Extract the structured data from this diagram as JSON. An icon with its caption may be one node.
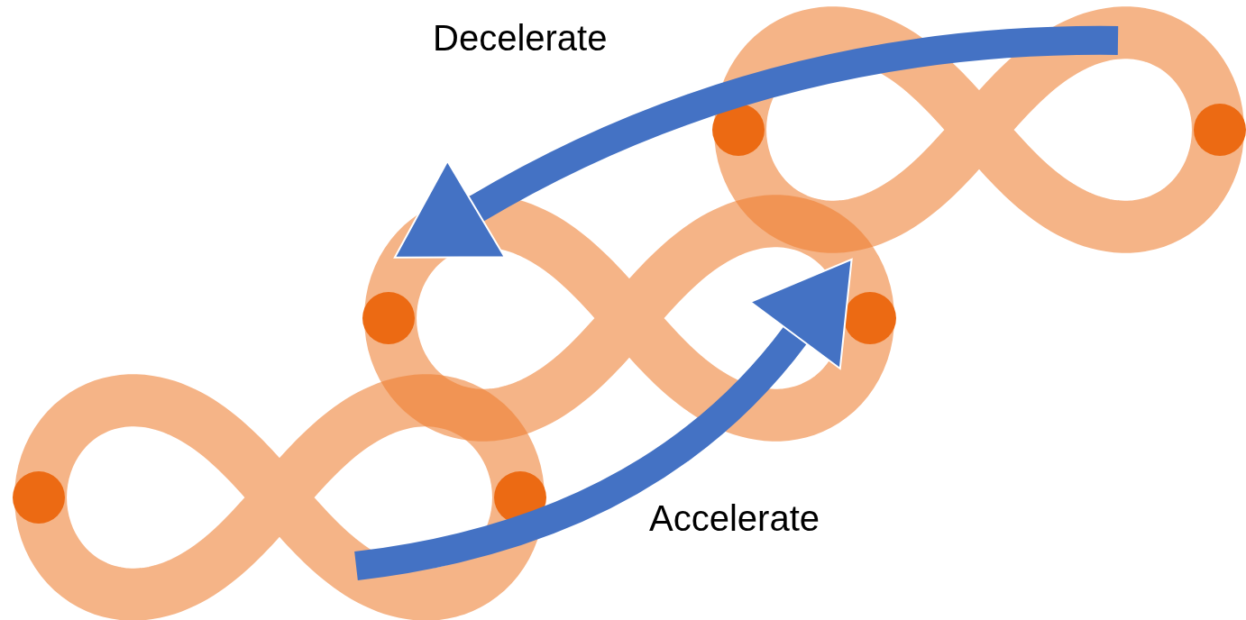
{
  "diagram": {
    "nodes": [
      {
        "text": [],
        "shape": "loop"
      },
      {
        "text": [],
        "shape": "loop"
      },
      {
        "text": [],
        "shape": "loop"
      }
    ],
    "edges": [
      {
        "from": 0,
        "to": 1,
        "arrow": "to",
        "label": "Decelerate"
      },
      {
        "from": 2,
        "to": 1,
        "arrow": "to",
        "label": "Accelerate"
      }
    ]
  }
}
